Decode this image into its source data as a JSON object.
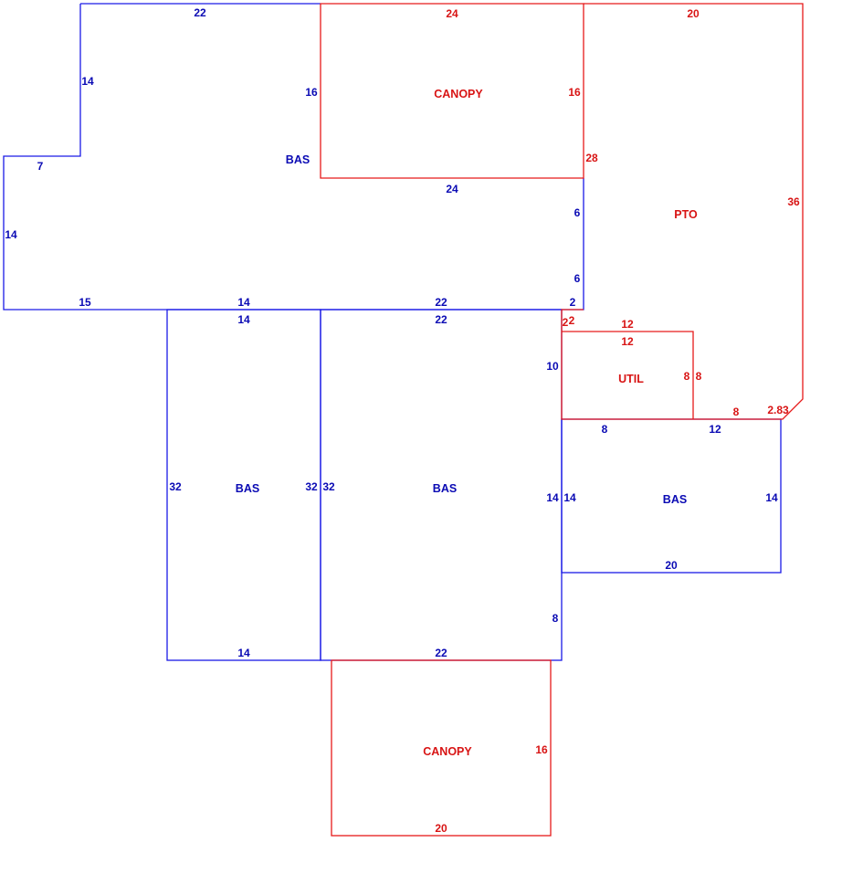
{
  "colors": {
    "living": "#1a1ae6",
    "other": "#e61a1a"
  },
  "areas": [
    {
      "id": "bas-upper",
      "label": "BAS"
    },
    {
      "id": "canopy-top",
      "label": "CANOPY"
    },
    {
      "id": "pto",
      "label": "PTO"
    },
    {
      "id": "util",
      "label": "UTIL"
    },
    {
      "id": "bas-left",
      "label": "BAS"
    },
    {
      "id": "bas-center",
      "label": "BAS"
    },
    {
      "id": "bas-right",
      "label": "BAS"
    },
    {
      "id": "canopy-bottom",
      "label": "CANOPY"
    }
  ],
  "dimensions": {
    "bas_upper": [
      "22",
      "14",
      "7",
      "14",
      "15",
      "14",
      "22",
      "2",
      "6",
      "6",
      "16",
      "24"
    ],
    "canopy_top": [
      "24",
      "16"
    ],
    "pto": [
      "20",
      "28",
      "36",
      "2.83",
      "8",
      "2"
    ],
    "util": [
      "12",
      "12",
      "8",
      "8",
      "2"
    ],
    "bas_left": [
      "14",
      "32",
      "32",
      "14"
    ],
    "bas_center": [
      "22",
      "32",
      "10",
      "14",
      "8",
      "22"
    ],
    "bas_right": [
      "8",
      "12",
      "14",
      "14",
      "20"
    ],
    "canopy_bottom": [
      "16",
      "20"
    ]
  }
}
